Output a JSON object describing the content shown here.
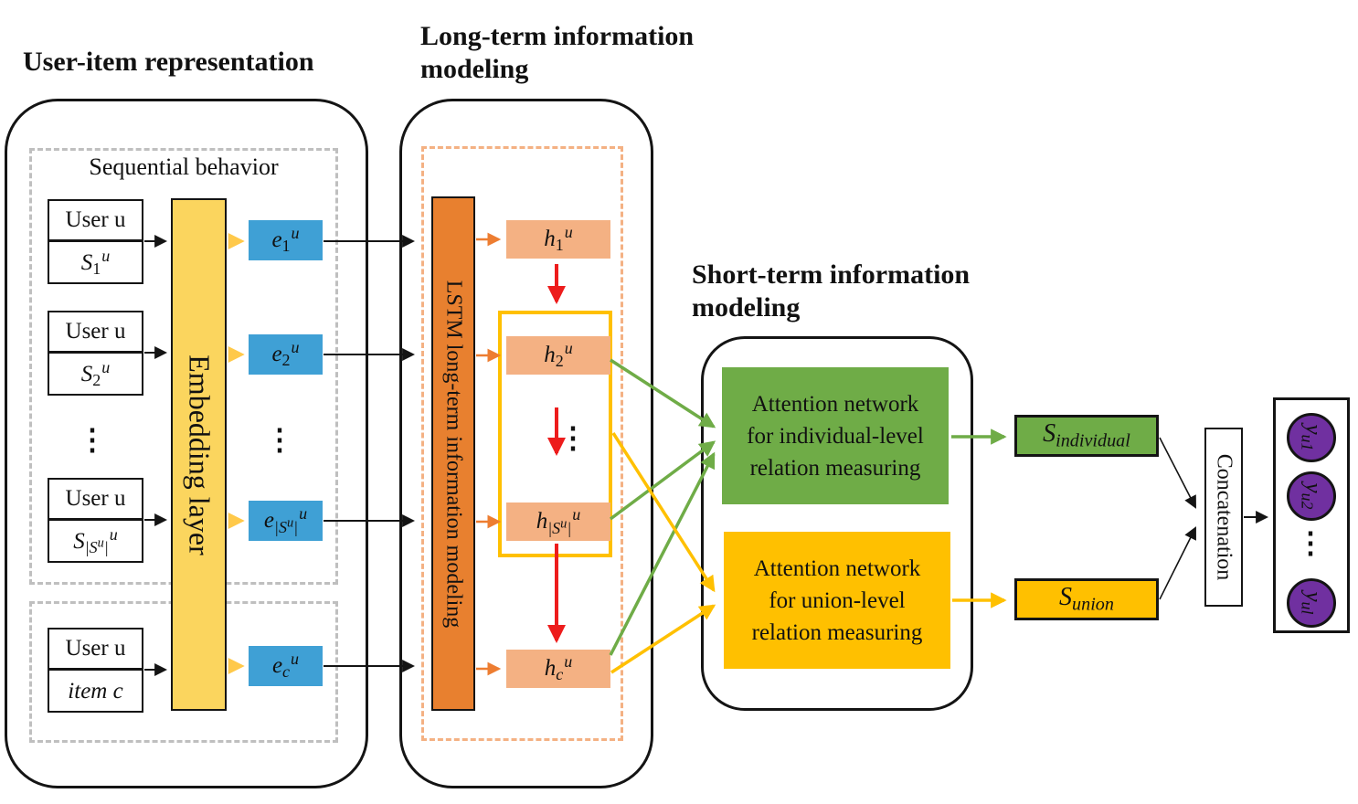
{
  "titles": {
    "user_item": "User-item representation",
    "long_term_line1": "Long-term information",
    "long_term_line2": "modeling",
    "short_term_line1": "Short-term information",
    "short_term_line2": "modeling"
  },
  "left_panel": {
    "sequential_label": "Sequential behavior",
    "embedding_label": "Embedding layer",
    "user_boxes": [
      {
        "user": "User u",
        "math": {
          "base": "S",
          "sub": "1",
          "sup": "u"
        }
      },
      {
        "user": "User u",
        "math": {
          "base": "S",
          "sub": "2",
          "sup": "u"
        }
      },
      {
        "user": "User u",
        "math": {
          "base": "S",
          "sub1": "|S",
          "subsup": "u",
          "sub2": "|",
          "sup": "u"
        }
      },
      {
        "user": "User u",
        "math": {
          "text": "item c"
        }
      }
    ],
    "e_boxes": [
      {
        "base": "e",
        "sub": "1",
        "sup": "u"
      },
      {
        "base": "e",
        "sub": "2",
        "sup": "u"
      },
      {
        "base": "e",
        "sub1": "|S",
        "subsup": "u",
        "sub2": "|",
        "sup": "u"
      },
      {
        "base": "e",
        "sub": "c",
        "sup": "u"
      }
    ]
  },
  "long_term_panel": {
    "lstm_label": "LSTM long-term information modeling",
    "h_boxes": [
      {
        "base": "h",
        "sub": "1",
        "sup": "u"
      },
      {
        "base": "h",
        "sub": "2",
        "sup": "u"
      },
      {
        "base": "h",
        "sub1": "|S",
        "subsup": "u",
        "sub2": "|",
        "sup": "u"
      },
      {
        "base": "h",
        "sub": "c",
        "sup": "u"
      }
    ]
  },
  "short_term_panel": {
    "individual_attention": {
      "line1": "Attention network",
      "line2": "for individual-level",
      "line3": "relation measuring"
    },
    "union_attention": {
      "line1": "Attention network",
      "line2": "for union-level",
      "line3": "relation measuring"
    }
  },
  "output_section": {
    "s_individual": {
      "base": "S",
      "sub": "individual"
    },
    "s_union": {
      "base": "S",
      "sub": "union"
    },
    "concatenation_label": "Concatenation",
    "y_circles": [
      {
        "base": "y",
        "sub": "u1"
      },
      {
        "base": "y",
        "sub": "u2"
      },
      {
        "base": "y",
        "sub": "ul"
      }
    ]
  },
  "ellipsis": "⋮",
  "colors": {
    "embedding_yellow": "#FBD55E",
    "e_blue": "#3FA0D5",
    "lstm_orange": "#E8802F",
    "h_peach": "#F4B183",
    "highlight_gold": "#FFC000",
    "attention_green": "#6FAC47",
    "attention_yellow": "#FFC000",
    "output_purple": "#7030A0",
    "arrow_red": "#ED1C1C",
    "arrow_black": "#141414",
    "dashed_gray": "#BFBFBF",
    "dashed_orange": "#F4B183"
  }
}
